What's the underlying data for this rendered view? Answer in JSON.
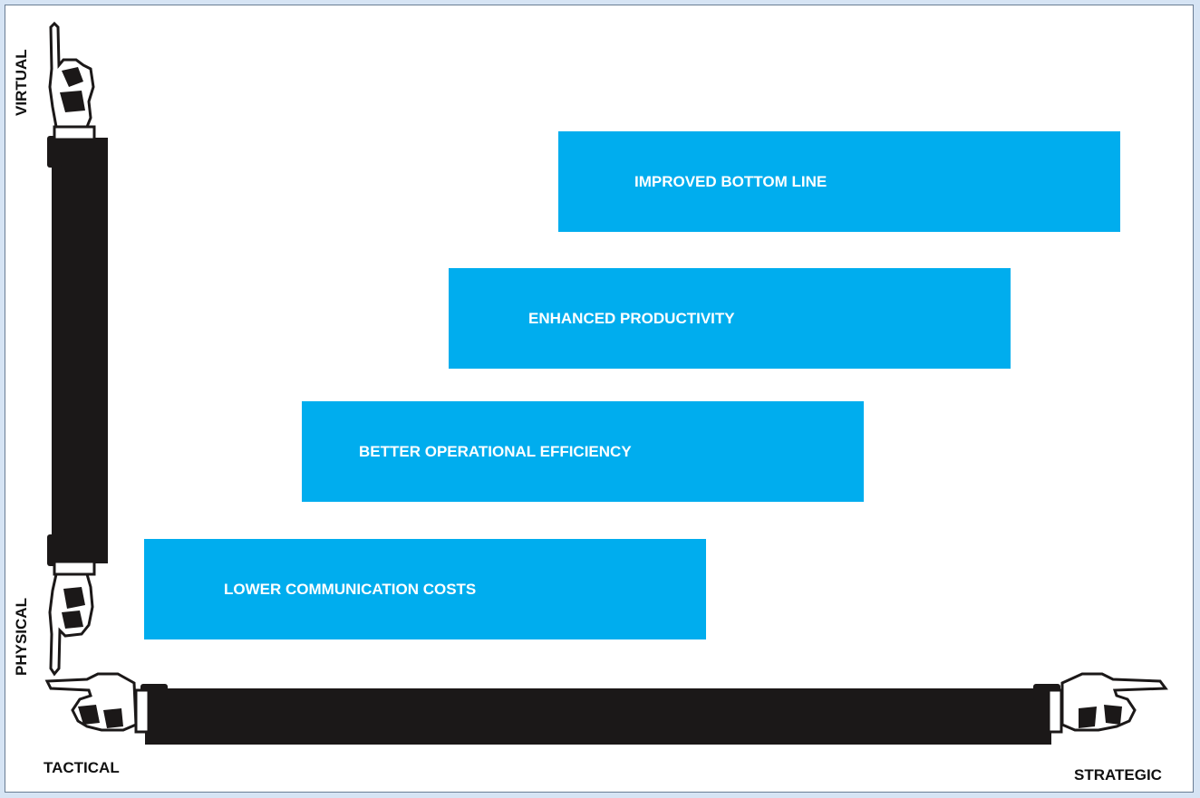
{
  "colors": {
    "accent": "#00adee",
    "sleeve": "#1b1818"
  },
  "axes": {
    "y_top": "VIRTUAL",
    "y_bottom": "PHYSICAL",
    "x_left": "TACTICAL",
    "x_right": "STRATEGIC"
  },
  "stages": [
    {
      "label": "IMPROVED BOTTOM LINE"
    },
    {
      "label": "ENHANCED PRODUCTIVITY"
    },
    {
      "label": "BETTER OPERATIONAL EFFICIENCY"
    },
    {
      "label": "LOWER COMMUNICATION COSTS"
    }
  ],
  "icons": [
    "pointing-hand-up-icon",
    "pointing-hand-down-icon",
    "pointing-hand-left-icon",
    "pointing-hand-right-icon"
  ]
}
